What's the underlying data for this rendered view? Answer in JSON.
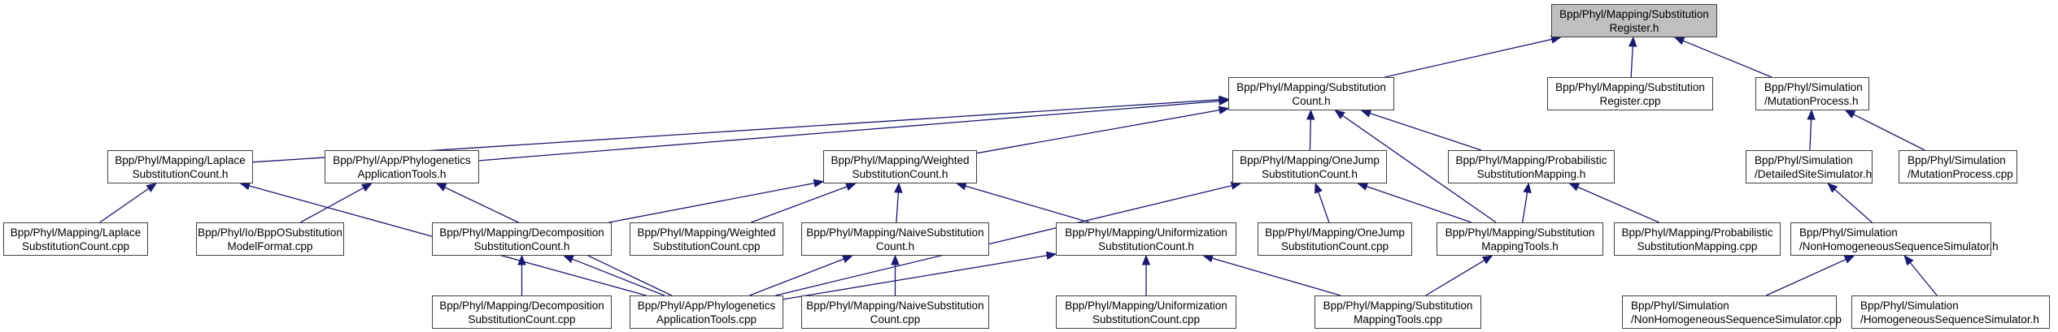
{
  "title": "Include dependency graph: Bpp/Phyl/Mapping/SubstitutionRegister.h",
  "colors": {
    "edge": "#191970",
    "root_fill": "#bfbfbf",
    "node_fill": "#ffffff",
    "node_border": "#404040"
  },
  "nodes": {
    "substitution_register_h": {
      "lines": [
        "Bpp/Phyl/Mapping/Substitution",
        "Register.h"
      ]
    },
    "substitution_count_h": {
      "lines": [
        "Bpp/Phyl/Mapping/Substitution",
        "Count.h"
      ]
    },
    "substitution_register_cpp": {
      "lines": [
        "Bpp/Phyl/Mapping/Substitution",
        "Register.cpp"
      ]
    },
    "mutation_process_h": {
      "lines": [
        "Bpp/Phyl/Simulation",
        "/MutationProcess.h"
      ]
    },
    "laplace_substitution_count_h": {
      "lines": [
        "Bpp/Phyl/Mapping/Laplace",
        "SubstitutionCount.h"
      ]
    },
    "phylogenetics_application_tools_h": {
      "lines": [
        "Bpp/Phyl/App/Phylogenetics",
        "ApplicationTools.h"
      ]
    },
    "weighted_substitution_count_h": {
      "lines": [
        "Bpp/Phyl/Mapping/Weighted",
        "SubstitutionCount.h"
      ]
    },
    "onejump_substitution_count_h": {
      "lines": [
        "Bpp/Phyl/Mapping/OneJump",
        "SubstitutionCount.h"
      ]
    },
    "probabilistic_substitution_mapping_h": {
      "lines": [
        "Bpp/Phyl/Mapping/Probabilistic",
        "SubstitutionMapping.h"
      ]
    },
    "detailed_site_simulator_h": {
      "lines": [
        "Bpp/Phyl/Simulation",
        "/DetailedSiteSimulator.h"
      ]
    },
    "mutation_process_cpp": {
      "lines": [
        "Bpp/Phyl/Simulation",
        "/MutationProcess.cpp"
      ]
    },
    "laplace_substitution_count_cpp": {
      "lines": [
        "Bpp/Phyl/Mapping/Laplace",
        "SubstitutionCount.cpp"
      ]
    },
    "bppo_substitution_model_format_cpp": {
      "lines": [
        "Bpp/Phyl/Io/BppOSubstitution",
        "ModelFormat.cpp"
      ]
    },
    "decomposition_substitution_count_h": {
      "lines": [
        "Bpp/Phyl/Mapping/Decomposition",
        "SubstitutionCount.h"
      ]
    },
    "weighted_substitution_count_cpp": {
      "lines": [
        "Bpp/Phyl/Mapping/Weighted",
        "SubstitutionCount.cpp"
      ]
    },
    "naive_substitution_count_h": {
      "lines": [
        "Bpp/Phyl/Mapping/NaiveSubstitution",
        "Count.h"
      ]
    },
    "uniformization_substitution_count_h": {
      "lines": [
        "Bpp/Phyl/Mapping/Uniformization",
        "SubstitutionCount.h"
      ]
    },
    "onejump_substitution_count_cpp": {
      "lines": [
        "Bpp/Phyl/Mapping/OneJump",
        "SubstitutionCount.cpp"
      ]
    },
    "substitution_mapping_tools_h": {
      "lines": [
        "Bpp/Phyl/Mapping/Substitution",
        "MappingTools.h"
      ]
    },
    "probabilistic_substitution_mapping_cpp": {
      "lines": [
        "Bpp/Phyl/Mapping/Probabilistic",
        "SubstitutionMapping.cpp"
      ]
    },
    "nonhomogeneous_sequence_simulator_h": {
      "lines": [
        "Bpp/Phyl/Simulation",
        "/NonHomogeneousSequenceSimulator.h"
      ]
    },
    "decomposition_substitution_count_cpp": {
      "lines": [
        "Bpp/Phyl/Mapping/Decomposition",
        "SubstitutionCount.cpp"
      ]
    },
    "phylogenetics_application_tools_cpp": {
      "lines": [
        "Bpp/Phyl/App/Phylogenetics",
        "ApplicationTools.cpp"
      ]
    },
    "naive_substitution_count_cpp": {
      "lines": [
        "Bpp/Phyl/Mapping/NaiveSubstitution",
        "Count.cpp"
      ]
    },
    "uniformization_substitution_count_cpp": {
      "lines": [
        "Bpp/Phyl/Mapping/Uniformization",
        "SubstitutionCount.cpp"
      ]
    },
    "substitution_mapping_tools_cpp": {
      "lines": [
        "Bpp/Phyl/Mapping/Substitution",
        "MappingTools.cpp"
      ]
    },
    "nonhomogeneous_sequence_simulator_cpp": {
      "lines": [
        "Bpp/Phyl/Simulation",
        "/NonHomogeneousSequenceSimulator.cpp"
      ]
    },
    "homogeneous_sequence_simulator_h": {
      "lines": [
        "Bpp/Phyl/Simulation",
        "/HomogeneousSequenceSimulator.h"
      ]
    }
  },
  "edges": [
    {
      "from": "substitution_count_h",
      "to": "substitution_register_h"
    },
    {
      "from": "substitution_register_cpp",
      "to": "substitution_register_h"
    },
    {
      "from": "mutation_process_h",
      "to": "substitution_register_h"
    },
    {
      "from": "laplace_substitution_count_h",
      "to": "substitution_count_h"
    },
    {
      "from": "phylogenetics_application_tools_h",
      "to": "substitution_count_h"
    },
    {
      "from": "weighted_substitution_count_h",
      "to": "substitution_count_h"
    },
    {
      "from": "onejump_substitution_count_h",
      "to": "substitution_count_h"
    },
    {
      "from": "probabilistic_substitution_mapping_h",
      "to": "substitution_count_h"
    },
    {
      "from": "substitution_mapping_tools_h",
      "to": "substitution_count_h"
    },
    {
      "from": "detailed_site_simulator_h",
      "to": "mutation_process_h"
    },
    {
      "from": "mutation_process_cpp",
      "to": "mutation_process_h"
    },
    {
      "from": "laplace_substitution_count_cpp",
      "to": "laplace_substitution_count_h"
    },
    {
      "from": "phylogenetics_application_tools_cpp",
      "to": "laplace_substitution_count_h"
    },
    {
      "from": "bppo_substitution_model_format_cpp",
      "to": "phylogenetics_application_tools_h"
    },
    {
      "from": "phylogenetics_application_tools_cpp",
      "to": "phylogenetics_application_tools_h"
    },
    {
      "from": "decomposition_substitution_count_h",
      "to": "weighted_substitution_count_h"
    },
    {
      "from": "weighted_substitution_count_cpp",
      "to": "weighted_substitution_count_h"
    },
    {
      "from": "naive_substitution_count_h",
      "to": "weighted_substitution_count_h"
    },
    {
      "from": "uniformization_substitution_count_h",
      "to": "weighted_substitution_count_h"
    },
    {
      "from": "onejump_substitution_count_cpp",
      "to": "onejump_substitution_count_h"
    },
    {
      "from": "substitution_mapping_tools_h",
      "to": "onejump_substitution_count_h"
    },
    {
      "from": "phylogenetics_application_tools_cpp",
      "to": "onejump_substitution_count_h"
    },
    {
      "from": "substitution_mapping_tools_h",
      "to": "probabilistic_substitution_mapping_h"
    },
    {
      "from": "probabilistic_substitution_mapping_cpp",
      "to": "probabilistic_substitution_mapping_h"
    },
    {
      "from": "nonhomogeneous_sequence_simulator_h",
      "to": "detailed_site_simulator_h"
    },
    {
      "from": "decomposition_substitution_count_cpp",
      "to": "decomposition_substitution_count_h"
    },
    {
      "from": "phylogenetics_application_tools_cpp",
      "to": "decomposition_substitution_count_h"
    },
    {
      "from": "phylogenetics_application_tools_cpp",
      "to": "naive_substitution_count_h"
    },
    {
      "from": "naive_substitution_count_cpp",
      "to": "naive_substitution_count_h"
    },
    {
      "from": "phylogenetics_application_tools_cpp",
      "to": "uniformization_substitution_count_h"
    },
    {
      "from": "uniformization_substitution_count_cpp",
      "to": "uniformization_substitution_count_h"
    },
    {
      "from": "substitution_mapping_tools_cpp",
      "to": "uniformization_substitution_count_h"
    },
    {
      "from": "substitution_mapping_tools_cpp",
      "to": "substitution_mapping_tools_h"
    },
    {
      "from": "nonhomogeneous_sequence_simulator_cpp",
      "to": "nonhomogeneous_sequence_simulator_h"
    },
    {
      "from": "homogeneous_sequence_simulator_h",
      "to": "nonhomogeneous_sequence_simulator_h"
    }
  ]
}
